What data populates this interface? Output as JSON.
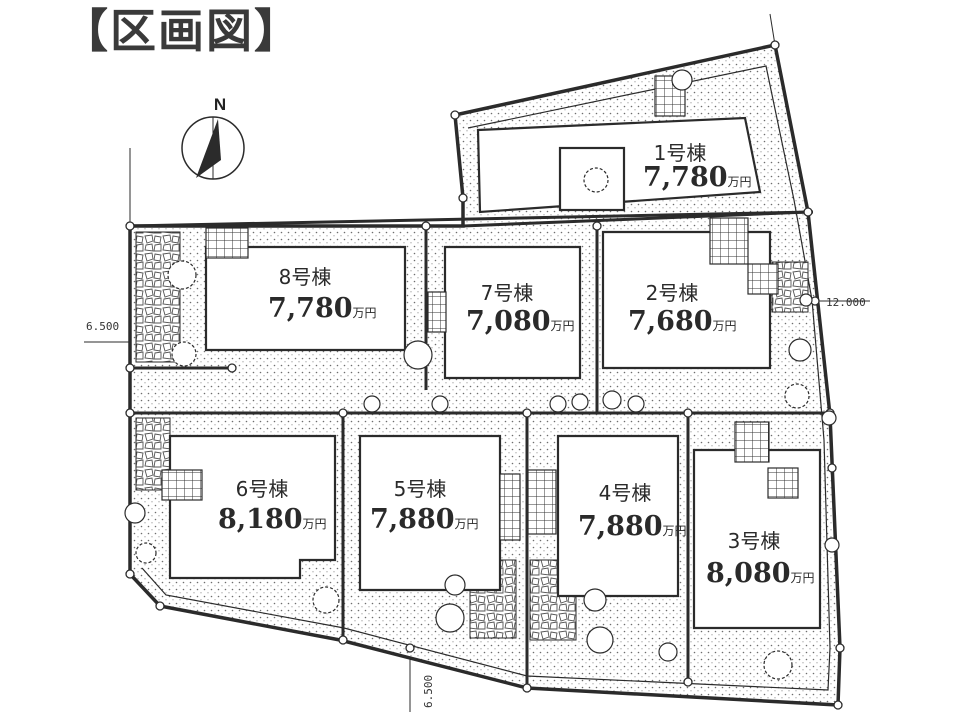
{
  "title": "【区画図】",
  "compass": {
    "label": "N"
  },
  "road_widths": {
    "west": "6.500",
    "east": "12.000",
    "south": "6.500"
  },
  "lots": [
    {
      "name": "1号棟",
      "price": "7,780",
      "unit": "万円"
    },
    {
      "name": "2号棟",
      "price": "7,680",
      "unit": "万円"
    },
    {
      "name": "3号棟",
      "price": "8,080",
      "unit": "万円"
    },
    {
      "name": "4号棟",
      "price": "7,880",
      "unit": "万円"
    },
    {
      "name": "5号棟",
      "price": "7,880",
      "unit": "万円"
    },
    {
      "name": "6号棟",
      "price": "8,180",
      "unit": "万円"
    },
    {
      "name": "7号棟",
      "price": "7,080",
      "unit": "万円"
    },
    {
      "name": "8号棟",
      "price": "7,780",
      "unit": "万円"
    }
  ],
  "colors": {
    "line": "#2b2b2b",
    "dot": "#7a7a7a",
    "paper": "#ffffff"
  }
}
